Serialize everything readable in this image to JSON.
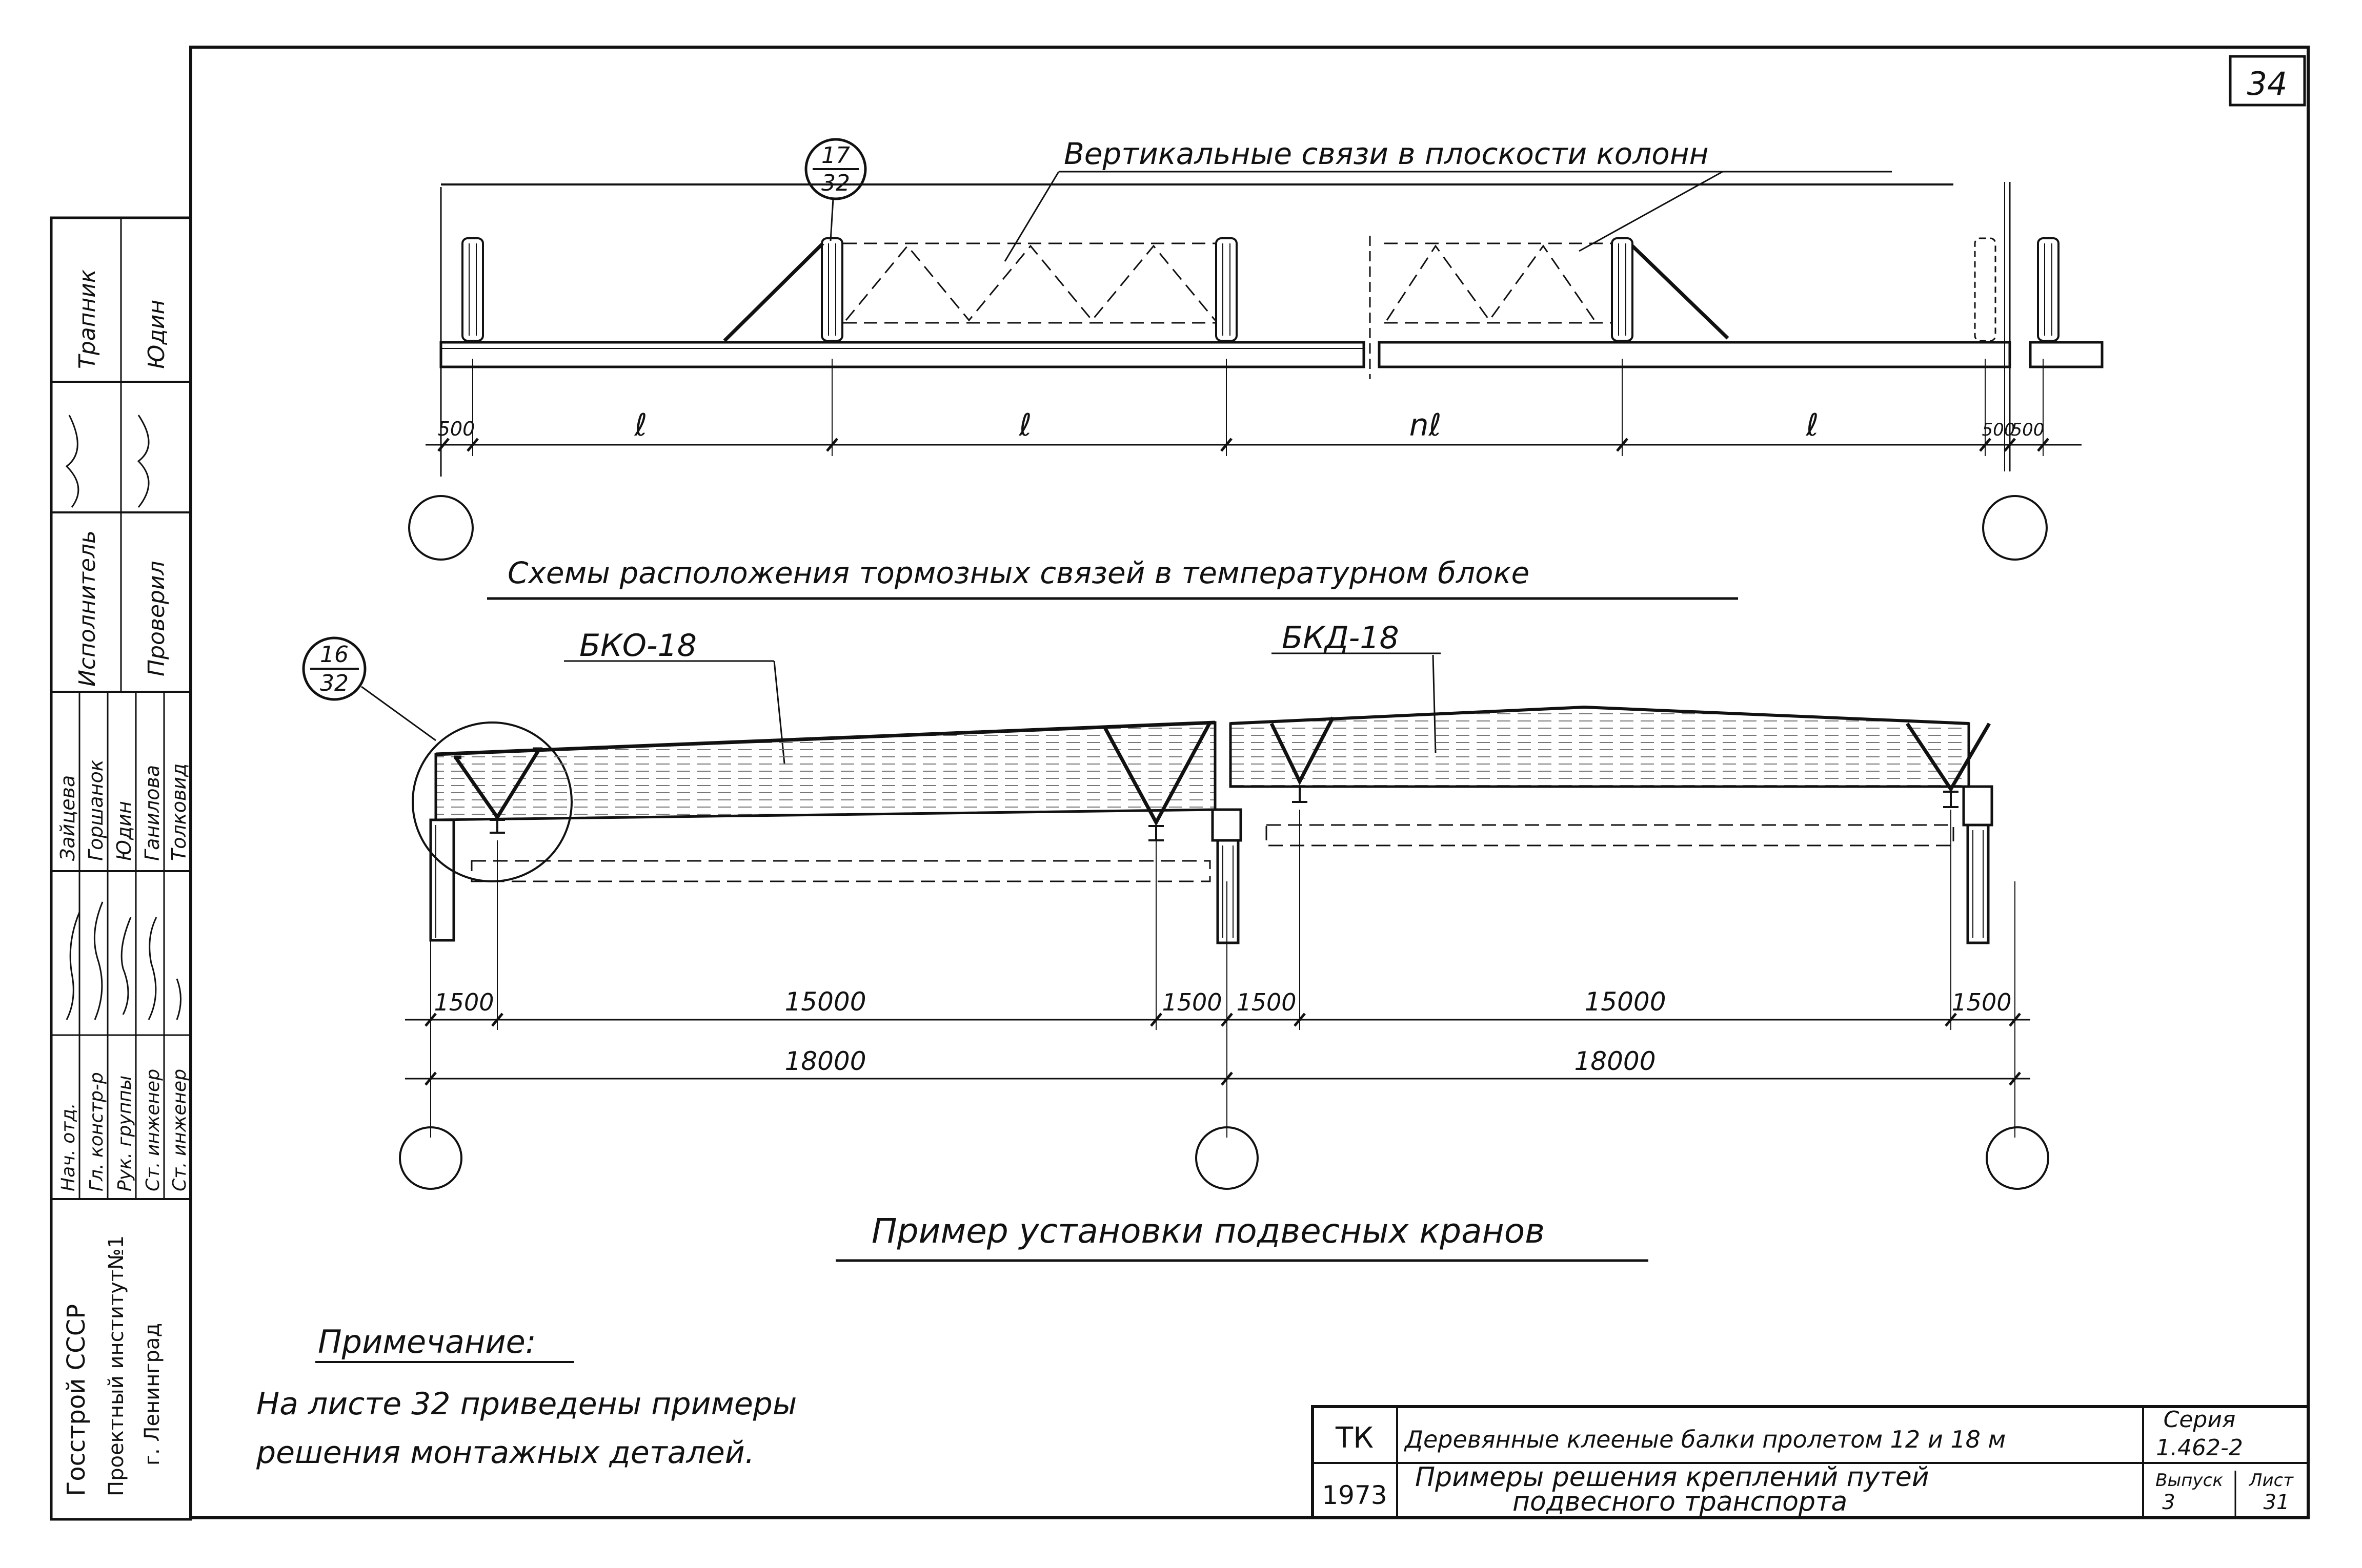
{
  "sheet": {
    "page_number": "34",
    "top": {
      "label_vertical": "Вертикальные   связи   в плоскости   колонн",
      "callout": {
        "num": "17",
        "den": "32"
      },
      "dims": [
        "500",
        "ℓ",
        "ℓ",
        "nℓ",
        "ℓ",
        "500",
        "500"
      ],
      "title": "Схемы расположения  тормозных связей  в температурном  блоке"
    },
    "bottom": {
      "beam_left": "БКО-18",
      "beam_right": "БКД-18",
      "callout": {
        "num": "16",
        "den": "32"
      },
      "dims_row1": [
        "1500",
        "15000",
        "1500",
        "1500",
        "15000",
        "1500"
      ],
      "dims_row2": [
        "18000",
        "18000"
      ],
      "title": "Пример  установки  подвесных  кранов"
    },
    "note": {
      "heading": "Примечание:",
      "line1": "На листе   32     приведены  примеры",
      "line2": "решения   монтажных  деталей."
    },
    "left_stamp": {
      "org_line1": "Госстрой СССР",
      "org_line2": "Проектный институт№1",
      "org_line3": "г. Ленинград",
      "roles": [
        "Нач. отд.",
        "Гл. констр-р",
        "Рук. группы",
        "Ст. инженер",
        "Ст. инженер"
      ],
      "names": [
        "Зайцева",
        "Горшанок",
        "Юдин",
        "Ганилова",
        "Толковид"
      ],
      "exec_label": "Исполнитель",
      "check_label": "Проверил",
      "exec_name": "Трапник",
      "check_name": "Юдин"
    },
    "title_block": {
      "code": "ТК",
      "year": "1973",
      "line1": "Деревянные клееные балки пролетом  12  и 18  м",
      "line2": "Примеры  решения  креплений  путей",
      "line3": "подвесного  транспорта",
      "series_label": "Серия",
      "series_value": "1.462-2",
      "issue_label": "Выпуск",
      "issue_value": "3",
      "sheet_label": "Лист",
      "sheet_value": "31"
    }
  }
}
